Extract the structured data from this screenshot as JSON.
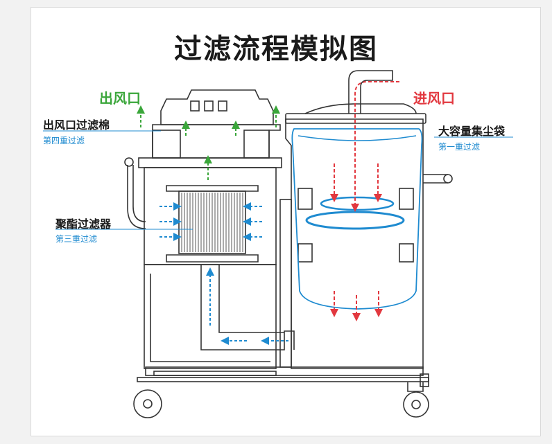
{
  "title": "过滤流程模拟图",
  "labels": {
    "outlet": "出风口",
    "inlet": "进风口",
    "outlet_filter": "出风口过滤棉",
    "stage4": "第四重过滤",
    "big_bag": "大容量集尘袋",
    "stage1": "第一重过滤",
    "polyester_filter": "聚酯过滤器",
    "stage3": "第三重过滤"
  },
  "colors": {
    "green": "#3aa63a",
    "red": "#e2383f",
    "blue": "#1f8bd0",
    "line": "#333333"
  }
}
